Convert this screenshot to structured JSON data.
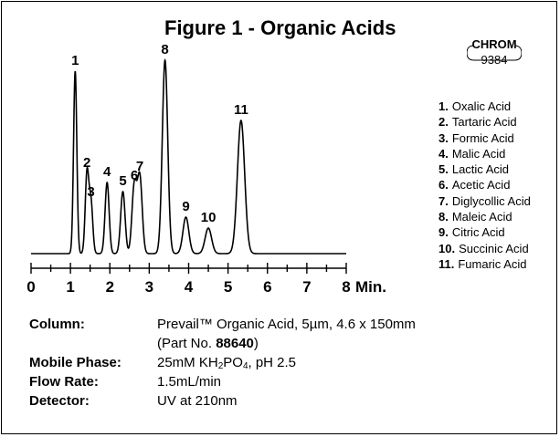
{
  "chart_data": {
    "type": "line",
    "title": "Figure 1 - Organic Acids",
    "xlabel": "Min.",
    "xlim": [
      0,
      8
    ],
    "x_ticks": [
      "0",
      "1",
      "2",
      "3",
      "4",
      "5",
      "6",
      "7",
      "8"
    ],
    "grid": false,
    "peaks": [
      {
        "label": "1",
        "rt": 1.12,
        "height": 100
      },
      {
        "label": "2",
        "rt": 1.42,
        "height": 44
      },
      {
        "label": "3",
        "rt": 1.52,
        "height": 28
      },
      {
        "label": "4",
        "rt": 1.93,
        "height": 39
      },
      {
        "label": "5",
        "rt": 2.33,
        "height": 34
      },
      {
        "label": "6",
        "rt": 2.62,
        "height": 37
      },
      {
        "label": "7",
        "rt": 2.76,
        "height": 42
      },
      {
        "label": "8",
        "rt": 3.4,
        "height": 106
      },
      {
        "label": "9",
        "rt": 3.93,
        "height": 20
      },
      {
        "label": "10",
        "rt": 4.5,
        "height": 14
      },
      {
        "label": "11",
        "rt": 5.33,
        "height": 73
      }
    ]
  },
  "badge": {
    "line1": "CHROM",
    "line2": "9384"
  },
  "legend": [
    {
      "num": "1.",
      "name": "Oxalic Acid"
    },
    {
      "num": "2.",
      "name": "Tartaric Acid"
    },
    {
      "num": "3.",
      "name": "Formic Acid"
    },
    {
      "num": "4.",
      "name": "Malic Acid"
    },
    {
      "num": "5.",
      "name": "Lactic Acid"
    },
    {
      "num": "6.",
      "name": "Acetic Acid"
    },
    {
      "num": "7.",
      "name": "Diglycollic Acid"
    },
    {
      "num": "8.",
      "name": "Maleic Acid"
    },
    {
      "num": "9.",
      "name": "Citric Acid"
    },
    {
      "num": "10.",
      "name": "Succinic Acid"
    },
    {
      "num": "11.",
      "name": "Fumaric Acid"
    }
  ],
  "conditions": {
    "column_label": "Column:",
    "column_value": "Prevail™ Organic Acid, 5µm, 4.6 x 150mm",
    "part_prefix": "(Part No. ",
    "part_number": "88640",
    "part_suffix": ")",
    "mobile_label": "Mobile Phase:",
    "mobile_a": "25mM KH",
    "mobile_sub1": "2",
    "mobile_b": "PO",
    "mobile_sub2": "4",
    "mobile_c": ", pH 2.5",
    "flow_label": "Flow Rate:",
    "flow_value": "1.5mL/min",
    "detector_label": "Detector:",
    "detector_value": "UV at 210nm"
  }
}
